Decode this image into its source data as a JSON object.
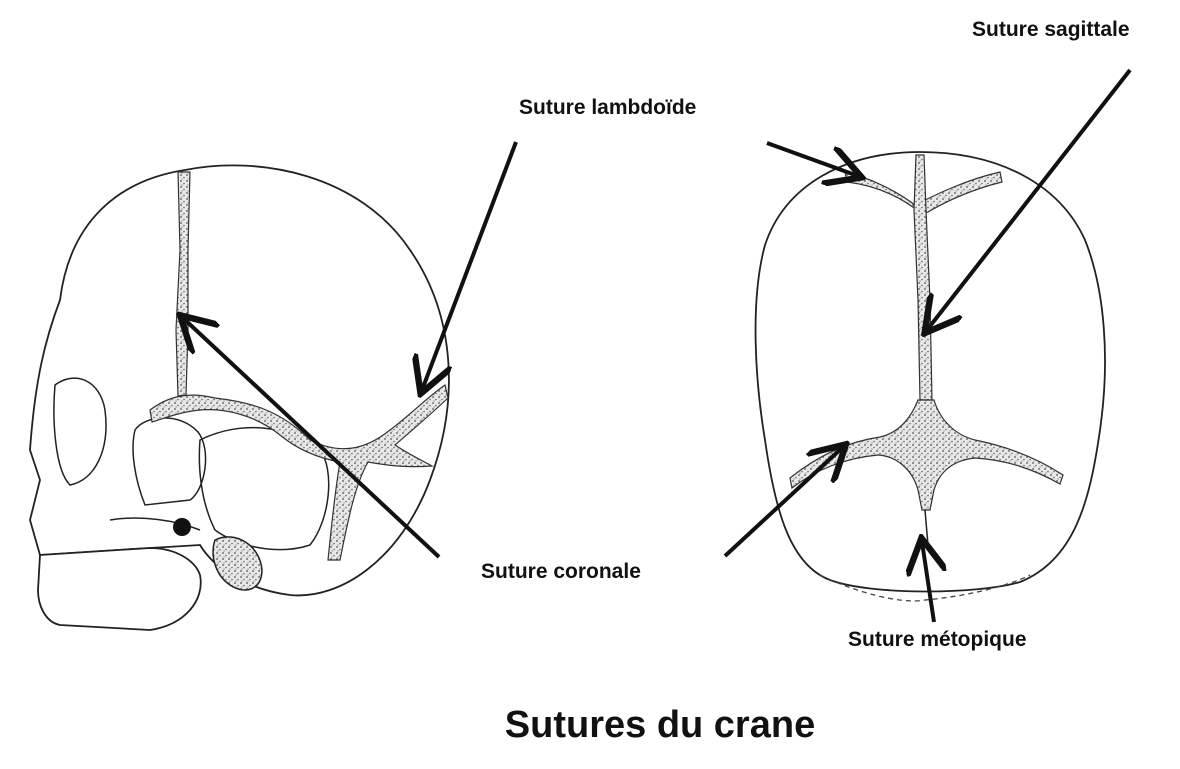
{
  "title": "Sutures du crane",
  "labels": {
    "sagittal": "Suture sagittale",
    "lambdoid": "Suture lambdoïde",
    "coronal": "Suture coronale",
    "metopic": "Suture métopique"
  }
}
